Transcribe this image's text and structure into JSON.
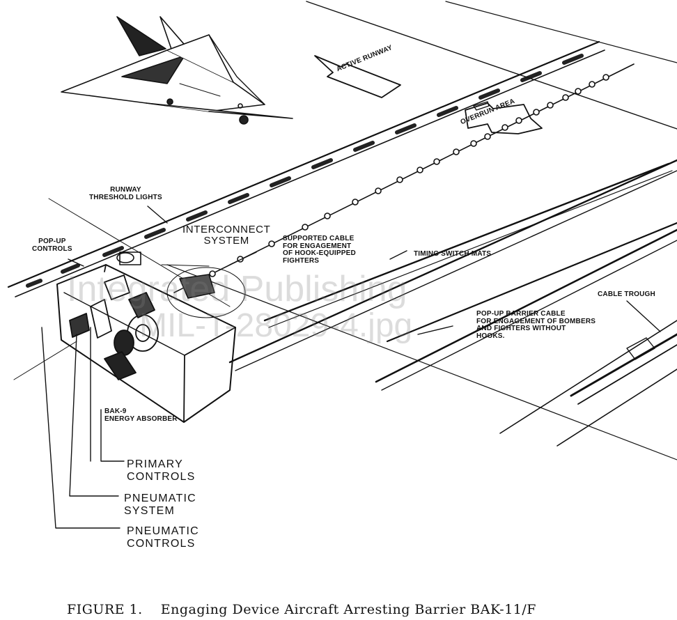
{
  "labels": {
    "active_runway": "ACTIVE RUNWAY",
    "overrun_area": "OVERRUN AREA",
    "runway_threshold_lights": "RUNWAY\nTHRESHOLD LIGHTS",
    "pop_up_controls": "POP-UP\nCONTROLS",
    "interconnect_system": "INTERCONNECT\nSYSTEM",
    "supported_cable": "SUPPORTED CABLE\nFOR ENGAGEMENT\nOF HOOK-EQUIPPED\nFIGHTERS",
    "timing_switch_mats": "TIMING SWITCH MATS",
    "cable_trough": "CABLE TROUGH",
    "pop_up_barrier_cable": "POP-UP BARRIER CABLE\nFOR ENGAGEMENT OF BOMBERS\nAND FIGHTERS WITHOUT\nHOOKS.",
    "bak9_energy_absorber": "BAK-9\nENERGY ABSORBER",
    "primary_controls": "PRIMARY\nCONTROLS",
    "pneumatic_system": "PNEUMATIC\nSYSTEM",
    "pneumatic_controls": "PNEUMATIC\nCONTROLS"
  },
  "caption": {
    "figure_number": "FIGURE 1.",
    "title": "Engaging Device Aircraft Arresting Barrier BAK-11/F"
  },
  "watermark": {
    "line1": "Integrated Publishing",
    "line2": "MIL-T-28029-4.jpg"
  }
}
